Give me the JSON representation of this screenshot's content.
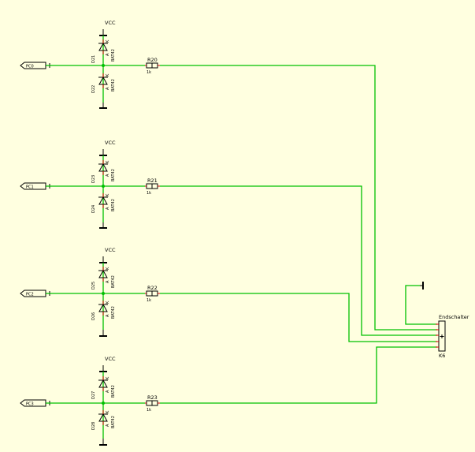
{
  "power_label": "VCC",
  "diode_type": "BAT42",
  "diode_pins": {
    "anode": "A",
    "cathode": "K"
  },
  "resistor_value": "1k",
  "stages": [
    {
      "port": "PC0",
      "diode_top": "D21",
      "diode_bottom": "D22",
      "resistor": "R20"
    },
    {
      "port": "PC1",
      "diode_top": "D23",
      "diode_bottom": "D24",
      "resistor": "R21"
    },
    {
      "port": "PC2",
      "diode_top": "D25",
      "diode_bottom": "D26",
      "resistor": "R22"
    },
    {
      "port": "PC3",
      "diode_top": "D27",
      "diode_bottom": "D28",
      "resistor": "R23"
    }
  ],
  "connector": {
    "name": "Endschalter",
    "ref": "K6"
  },
  "colors": {
    "background": "#ffffe0",
    "wire": "#00c000",
    "symbol": "#000000",
    "pin": "#d00000"
  }
}
